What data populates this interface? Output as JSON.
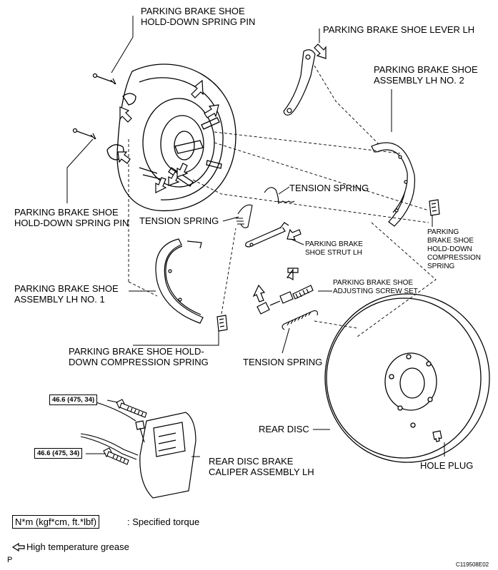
{
  "labels": {
    "hold_down_pin_top": "PARKING BRAKE SHOE\nHOLD-DOWN SPRING PIN",
    "shoe_lever": "PARKING BRAKE SHOE LEVER LH",
    "shoe_assembly_no2": "PARKING BRAKE SHOE\nASSEMBLY LH NO. 2",
    "tension_spring_upper": "TENSION SPRING",
    "tension_spring_left": "TENSION SPRING",
    "hold_down_pin_left": "PARKING BRAKE SHOE\nHOLD-DOWN SPRING PIN",
    "shoe_strut": "PARKING BRAKE\nSHOE STRUT LH",
    "compression_spring_right": "PARKING\nBRAKE SHOE\nHOLD-DOWN\nCOMPRESSION\nSPRING",
    "adjusting_screw_set": "PARKING BRAKE SHOE\nADJUSTING SCREW SET",
    "shoe_assembly_no1": "PARKING BRAKE SHOE\nASSEMBLY LH NO. 1",
    "compression_spring_bottom": "PARKING BRAKE SHOE HOLD-\nDOWN COMPRESSION SPRING",
    "tension_spring_lower": "TENSION SPRING",
    "rear_disc": "REAR DISC",
    "caliper": "REAR DISC BRAKE\nCALIPER ASSEMBLY LH",
    "hole_plug": "HOLE PLUG"
  },
  "torques": {
    "upper": "46.6 (475, 34)",
    "lower": "46.6 (475, 34)"
  },
  "legend": {
    "unit_box": "N*m (kgf*cm, ft.*lbf)",
    "unit_text": ": Specified torque",
    "grease_text": "High temperature grease",
    "page_marker": "P"
  },
  "figure_code": "C119508E02",
  "colors": {
    "line": "#000000",
    "background": "#ffffff"
  },
  "icons": {
    "grease_marker": "hollow-arrow-icon"
  }
}
